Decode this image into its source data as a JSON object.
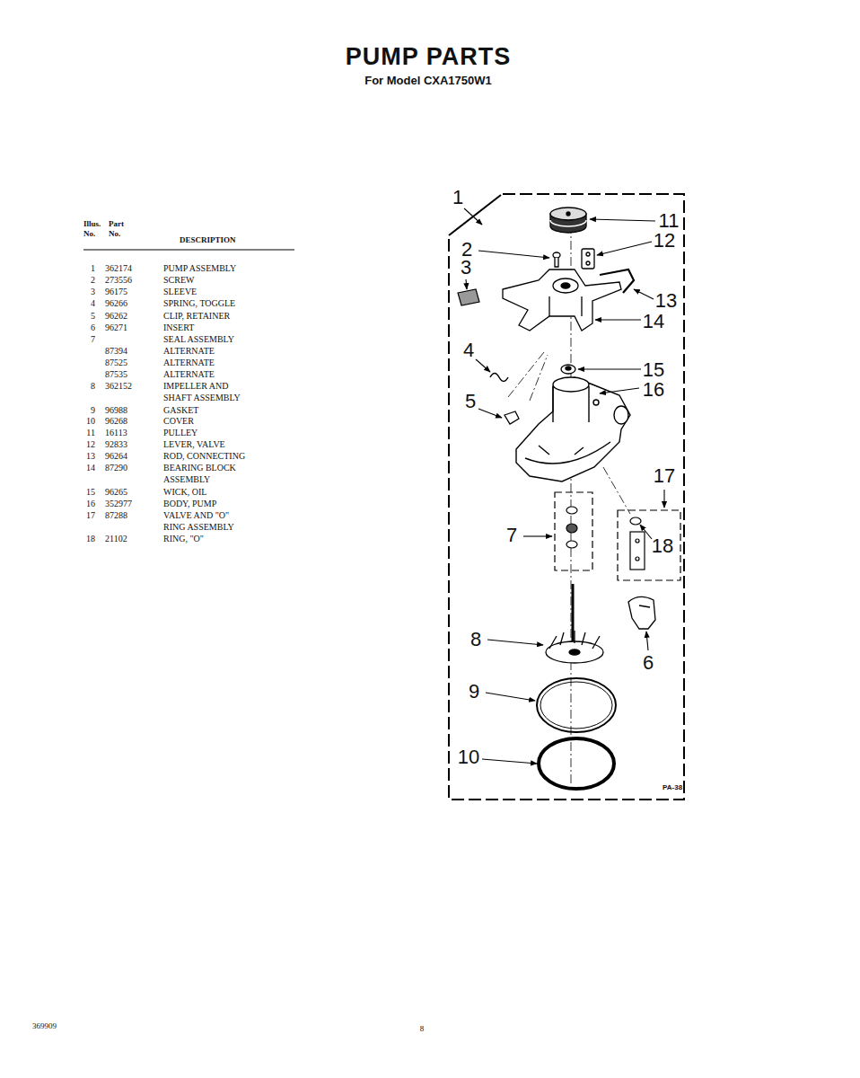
{
  "diagram": {
    "title": "PUMP PARTS",
    "labels": [
      "For Model CXA1750W1",
      "Illus. No.",
      "Part No.",
      "DESCRIPTION",
      "1",
      "362174",
      "PUMP ASSEMBLY",
      "2",
      "273556",
      "SCREW",
      "3",
      "96175",
      "SLEEVE",
      "4",
      "96266",
      "SPRING, TOGGLE",
      "5",
      "96262",
      "CLIP, RETAINER",
      "6",
      "96271",
      "INSERT",
      "7",
      "SEAL ASSEMBLY",
      "87394",
      "ALTERNATE",
      "87525",
      "ALTERNATE",
      "87535",
      "ALTERNATE",
      "8",
      "362152",
      "IMPELLER AND SHAFT ASSEMBLY",
      "9",
      "96988",
      "GASKET",
      "10",
      "96268",
      "COVER",
      "11",
      "16113",
      "PULLEY",
      "12",
      "92833",
      "LEVER, VALVE",
      "13",
      "96264",
      "ROD, CONNECTING",
      "14",
      "87290",
      "BEARING BLOCK ASSEMBLY",
      "15",
      "96265",
      "WICK, OIL",
      "16",
      "352977",
      "BODY, PUMP",
      "17",
      "87288",
      "VALVE AND \"O\" RING ASSEMBLY",
      "18",
      "21102",
      "RING, \"O\"",
      "1",
      "2",
      "3",
      "4",
      "5",
      "6",
      "7",
      "8",
      "9",
      "10",
      "11",
      "12",
      "13",
      "14",
      "15",
      "16",
      "17",
      "18",
      "PA-38",
      "369909",
      "8"
    ]
  }
}
